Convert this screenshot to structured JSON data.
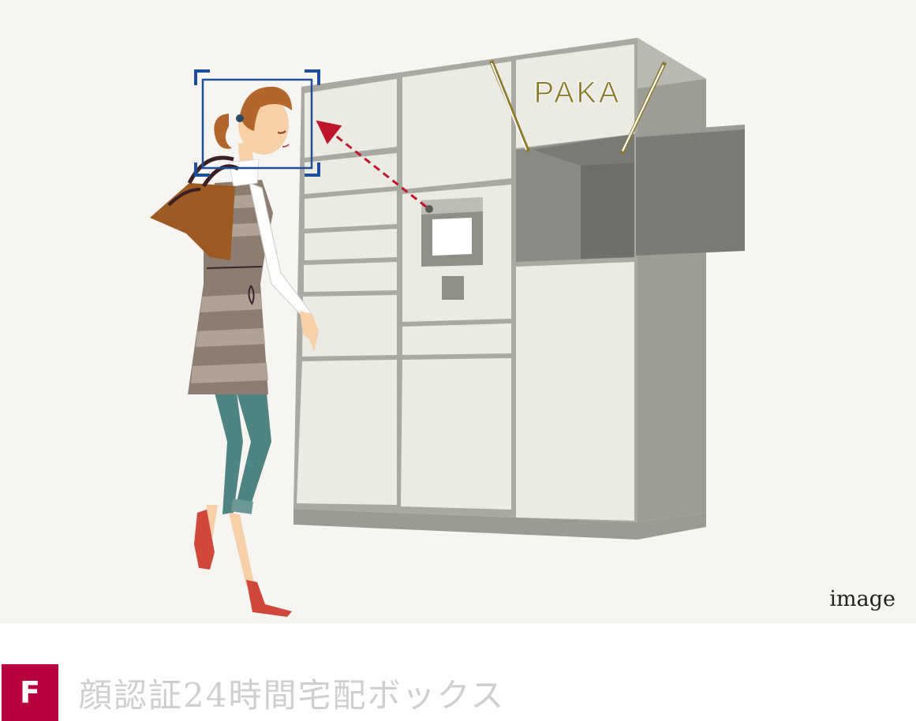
{
  "brand_label": "PAKA",
  "image_caption": "image",
  "feature": {
    "letter": "F",
    "title": "顔認証24時間宅配ボックス"
  },
  "colors": {
    "badge": "#b8003e",
    "title_text": "#cfcfcf",
    "brand_gold": "#8a7a2a",
    "face_frame": "#1c4f9c",
    "arrow": "#c0142a"
  }
}
